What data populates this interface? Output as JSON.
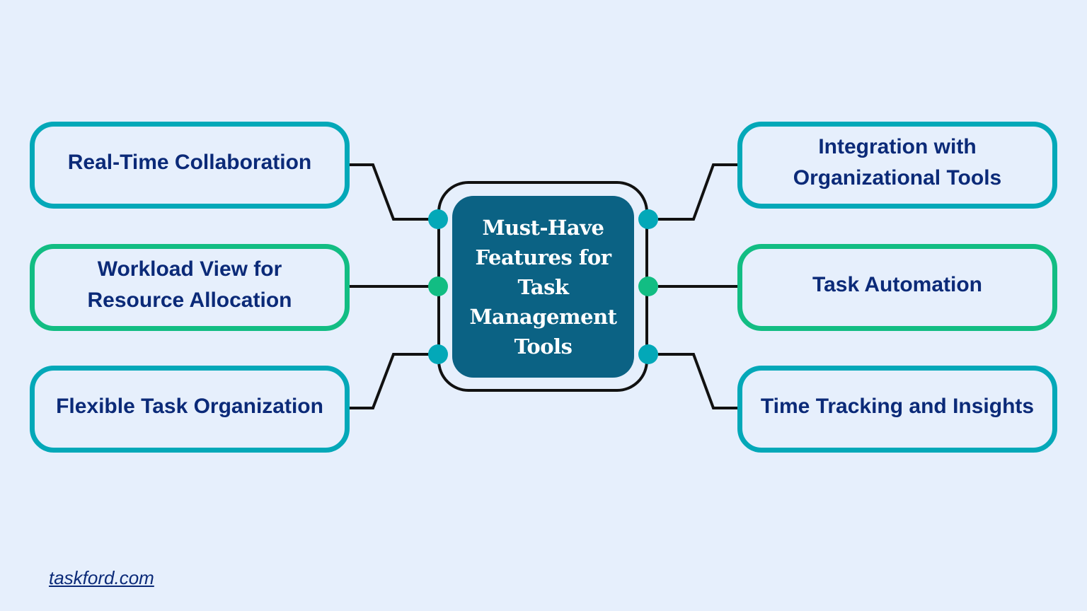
{
  "diagram": {
    "central_topic": "Must-Have\nFeatures for\nTask\nManagement\nTools",
    "colors": {
      "background": "#e6effc",
      "teal": "#03a8b8",
      "green": "#12bd83",
      "center_fill": "#0b6284",
      "text": "#0b2a78",
      "connector": "#111111"
    },
    "left_branches": [
      {
        "label": "Real-Time Collaboration",
        "color": "teal"
      },
      {
        "label": "Workload View for\nResource Allocation",
        "color": "green"
      },
      {
        "label": "Flexible Task Organization",
        "color": "teal"
      }
    ],
    "right_branches": [
      {
        "label": "Integration with\nOrganizational Tools",
        "color": "teal"
      },
      {
        "label": "Task Automation",
        "color": "green"
      },
      {
        "label": "Time Tracking and Insights",
        "color": "teal"
      }
    ]
  },
  "footer": {
    "link_text": "taskford.com"
  }
}
